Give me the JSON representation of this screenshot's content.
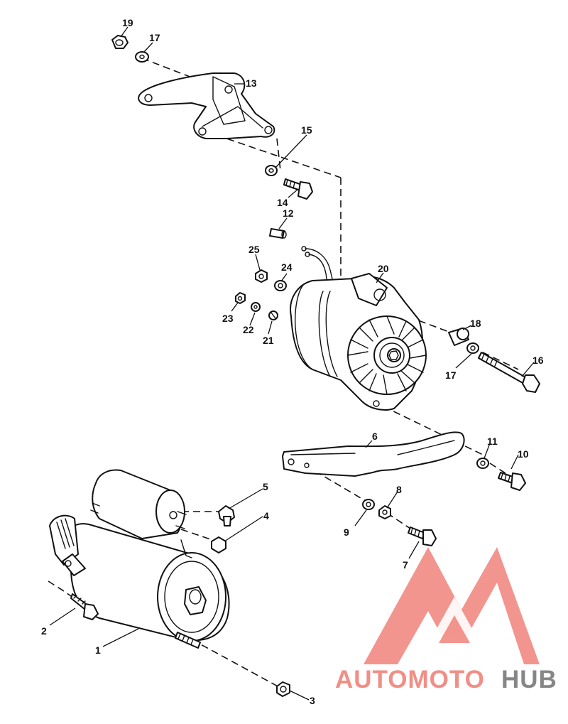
{
  "callouts": [
    {
      "id": "1",
      "label": "1"
    },
    {
      "id": "2",
      "label": "2"
    },
    {
      "id": "3",
      "label": "3"
    },
    {
      "id": "4",
      "label": "4"
    },
    {
      "id": "5",
      "label": "5"
    },
    {
      "id": "6",
      "label": "6"
    },
    {
      "id": "7",
      "label": "7"
    },
    {
      "id": "8",
      "label": "8"
    },
    {
      "id": "9",
      "label": "9"
    },
    {
      "id": "10",
      "label": "10"
    },
    {
      "id": "11",
      "label": "11"
    },
    {
      "id": "12",
      "label": "12"
    },
    {
      "id": "13",
      "label": "13"
    },
    {
      "id": "14",
      "label": "14"
    },
    {
      "id": "15",
      "label": "15"
    },
    {
      "id": "16",
      "label": "16"
    },
    {
      "id": "17a",
      "label": "17"
    },
    {
      "id": "17b",
      "label": "17"
    },
    {
      "id": "18",
      "label": "18"
    },
    {
      "id": "19",
      "label": "19"
    },
    {
      "id": "20",
      "label": "20"
    },
    {
      "id": "21",
      "label": "21"
    },
    {
      "id": "22",
      "label": "22"
    },
    {
      "id": "23",
      "label": "23"
    },
    {
      "id": "24",
      "label": "24"
    },
    {
      "id": "25",
      "label": "25"
    }
  ],
  "watermark": {
    "brand_part1": "AUTOMOTO",
    "brand_part2": "HUB",
    "color_primary": "#f0827a",
    "color_accent": "#f5b547",
    "color_dark": "#7a7a7a"
  }
}
